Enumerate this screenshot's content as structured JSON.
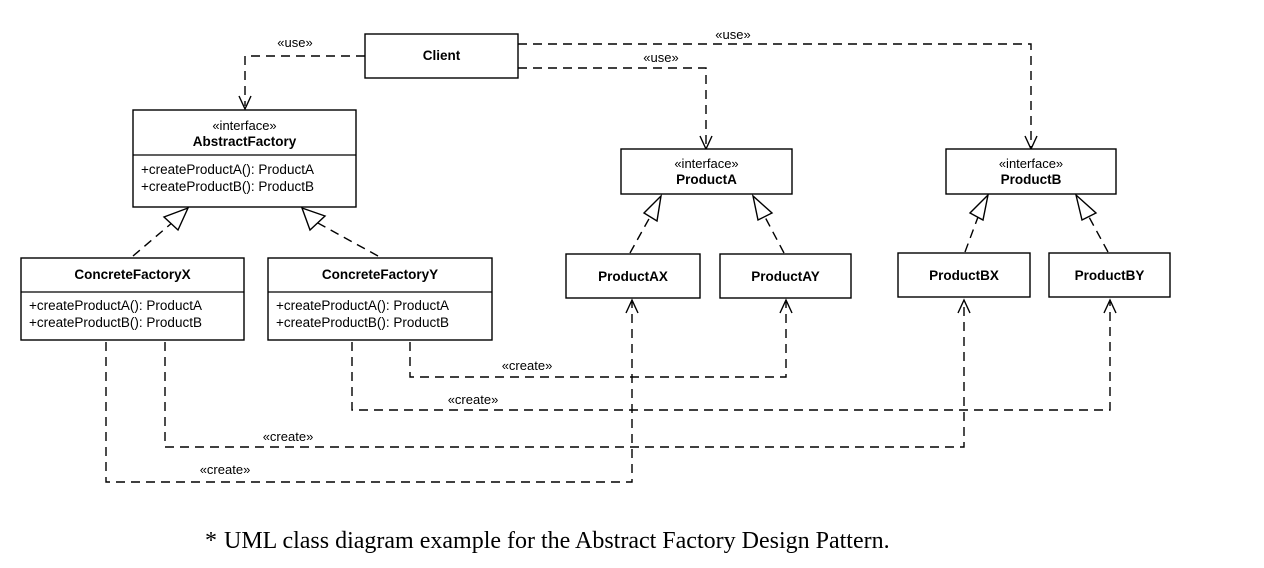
{
  "diagram": {
    "classes": {
      "client": {
        "name": "Client"
      },
      "abstract_factory": {
        "stereotype": "«interface»",
        "name": "AbstractFactory",
        "members": [
          "+createProductA(): ProductA",
          "+createProductB(): ProductB"
        ]
      },
      "concrete_factory_x": {
        "name": "ConcreteFactoryX",
        "members": [
          "+createProductA(): ProductA",
          "+createProductB(): ProductB"
        ]
      },
      "concrete_factory_y": {
        "name": "ConcreteFactoryY",
        "members": [
          "+createProductA(): ProductA",
          "+createProductB(): ProductB"
        ]
      },
      "product_a": {
        "stereotype": "«interface»",
        "name": "ProductA"
      },
      "product_b": {
        "stereotype": "«interface»",
        "name": "ProductB"
      },
      "product_ax": {
        "name": "ProductAX"
      },
      "product_ay": {
        "name": "ProductAY"
      },
      "product_bx": {
        "name": "ProductBX"
      },
      "product_by": {
        "name": "ProductBY"
      }
    },
    "relations": {
      "use_abstract_factory": "«use»",
      "use_product_a": "«use»",
      "use_product_b": "«use»",
      "create_ay": "«create»",
      "create_by": "«create»",
      "create_bx": "«create»",
      "create_ax": "«create»"
    }
  },
  "caption": {
    "asterisk": "*",
    "text": "UML class diagram example for the Abstract Factory Design Pattern."
  }
}
